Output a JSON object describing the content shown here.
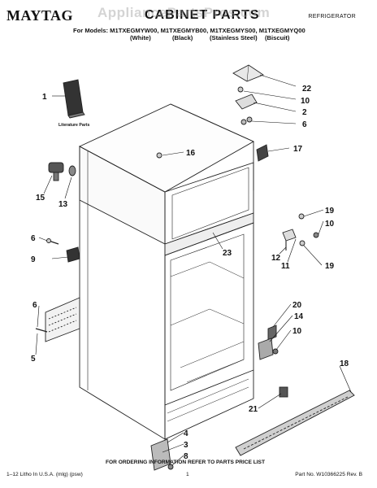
{
  "header": {
    "brand": "MAYTAG",
    "title": "CABINET PARTS",
    "category": "REFRIGERATOR",
    "watermark": "AppliancePartsPros.com",
    "models_line": "For Models: M1TXEGMYW00, M1TXEGMYB00, M1TXEGMYS00, M1TXEGMYQ00",
    "variants": [
      "(White)",
      "(Black)",
      "(Stainless Steel)",
      "(Biscuit)"
    ]
  },
  "diagram": {
    "literature_label": "Literature Parts",
    "callouts": {
      "c1": "1",
      "c2": "2",
      "c3": "3",
      "c4": "4",
      "c5": "5",
      "c6a": "6",
      "c6b": "6",
      "c6c": "6",
      "c8": "8",
      "c9": "9",
      "c10a": "10",
      "c10b": "10",
      "c10c": "10",
      "c11": "11",
      "c12": "12",
      "c13": "13",
      "c14": "14",
      "c15": "15",
      "c16": "16",
      "c17": "17",
      "c18": "18",
      "c19a": "19",
      "c19b": "19",
      "c20": "20",
      "c21": "21",
      "c22": "22",
      "c23": "23"
    }
  },
  "footer": {
    "note": "FOR ORDERING INFORMATION REFER TO PARTS PRICE LIST",
    "left": "1–12 Litho In U.S.A. (mlg) (psw)",
    "page": "1",
    "right": "Part No. W10366225 Rev. B"
  }
}
